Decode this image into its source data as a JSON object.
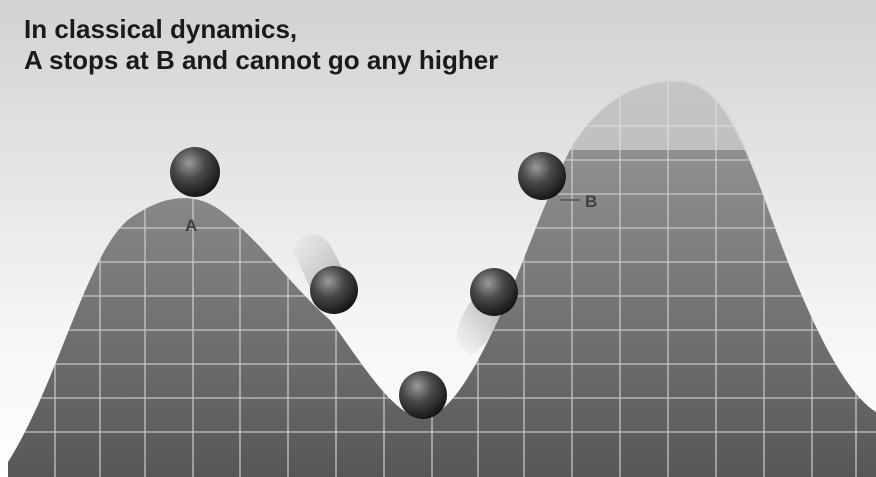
{
  "title": {
    "line1": "In classical dynamics,",
    "line2": "A stops at B and cannot go any higher"
  },
  "labels": {
    "a": "A",
    "b": "B"
  },
  "colors": {
    "ball_light": "#8a8a8a",
    "ball_dark": "#1f1f1f",
    "terrain_top": "#9a9a9a",
    "terrain_bottom": "#5a5a5a",
    "grid": "#d8d8d8"
  }
}
